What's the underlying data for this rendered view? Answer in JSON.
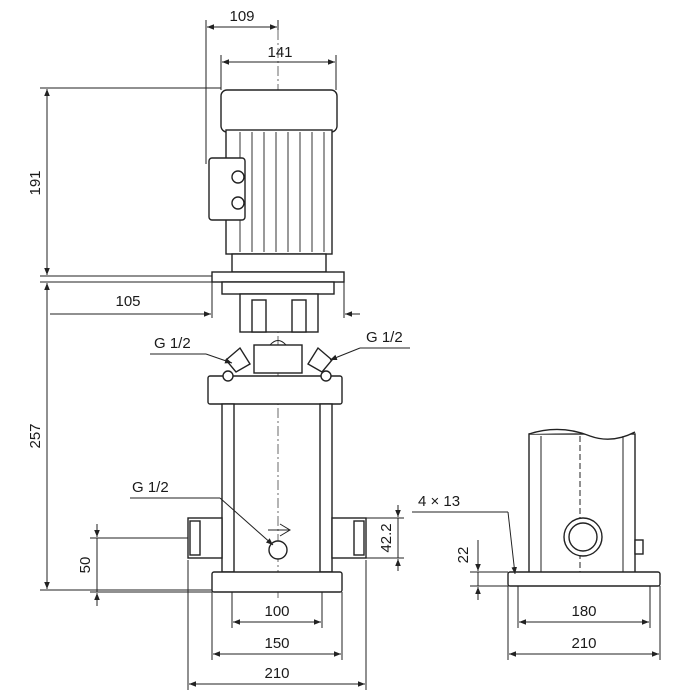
{
  "dimensions": {
    "d109": "109",
    "d141": "141",
    "d191": "191",
    "d105": "105",
    "d257": "257",
    "d50": "50",
    "d42_2": "42.2",
    "d100": "100",
    "d150": "150",
    "d210_front": "210",
    "d22": "22",
    "d180": "180",
    "d210_side": "210"
  },
  "labels": {
    "port_left": "G 1/2",
    "port_right": "G 1/2",
    "port_drain": "G 1/2",
    "holes": "4 × 13"
  }
}
